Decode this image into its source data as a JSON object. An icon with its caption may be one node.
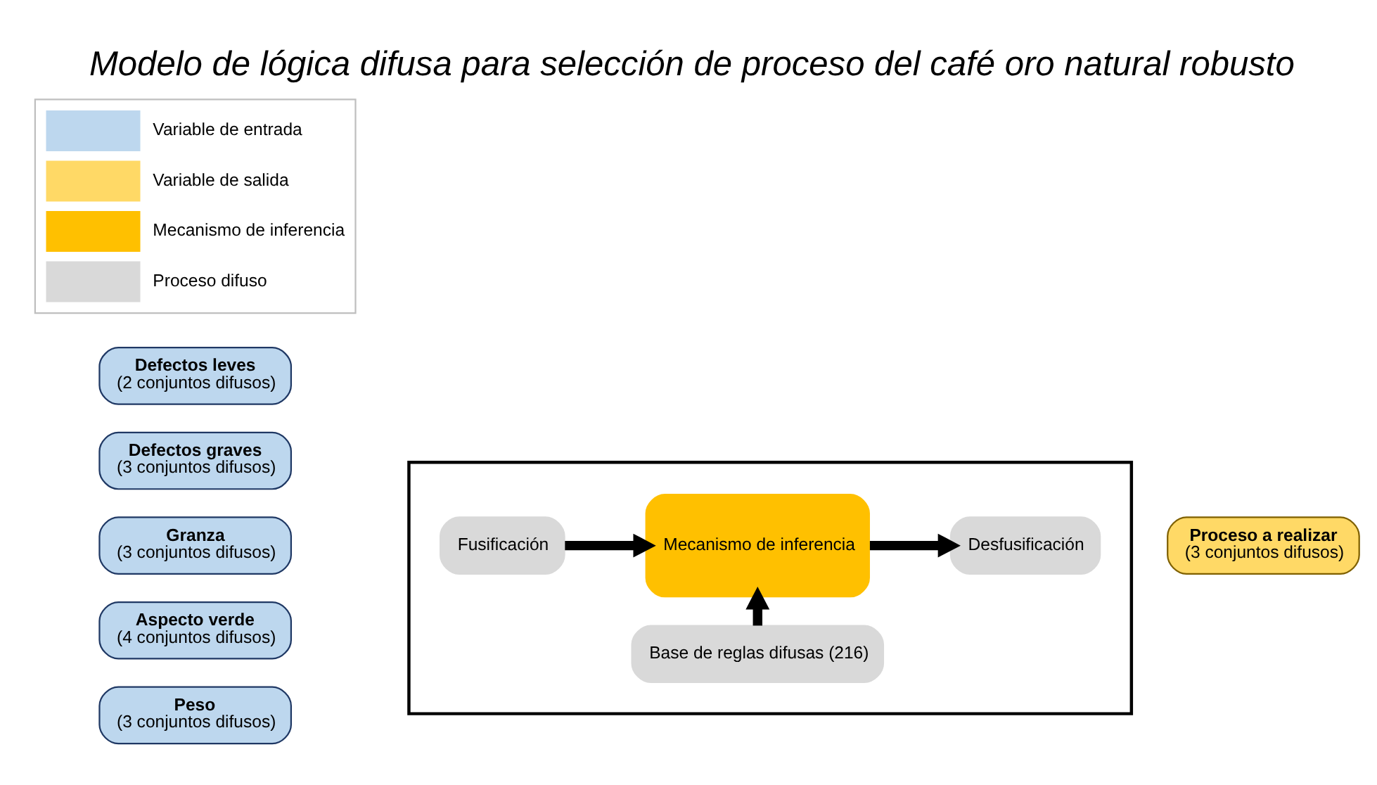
{
  "diagram": {
    "title": "Modelo de lógica difusa para selección de proceso del café oro natural robusto",
    "nodes": [
      {
        "text": [
          "Defectos leves",
          "(2 conjuntos difusos)"
        ]
      },
      {
        "text": [
          "Defectos graves",
          "(3 conjuntos difusos)"
        ]
      },
      {
        "text": [
          "Granza",
          "(3 conjuntos difusos)"
        ]
      },
      {
        "text": [
          "Aspecto verde",
          "(4 conjuntos difusos)"
        ]
      },
      {
        "text": [
          "Peso",
          "(3 conjuntos difusos)"
        ]
      },
      {
        "text": [],
        "shape": "box"
      },
      {
        "text": [
          "Base de reglas difusas (216)"
        ],
        "in": 5
      },
      {
        "text": [
          "Fusificación"
        ],
        "in": 5
      },
      {
        "text": [
          "Mecanismo de inferencia"
        ],
        "in": 5
      },
      {
        "text": [
          "Desfusificación"
        ],
        "in": 5
      },
      {
        "text": [
          "Proceso a realizar",
          "(3 conjuntos difusos)"
        ]
      }
    ],
    "edges": [
      {
        "from": 6,
        "to": 8,
        "arrow": "to"
      },
      {
        "from": 7,
        "to": 8,
        "arrow": "to"
      },
      {
        "from": 8,
        "to": 9,
        "arrow": "to"
      }
    ],
    "legend": [
      {
        "text": "Variable de entrada",
        "color": "#bdd7ee"
      },
      {
        "text": "Variable de salida",
        "color": "#ffd966"
      },
      {
        "text": "Mecanismo de inferencia",
        "color": "#ffc000"
      },
      {
        "text": "Proceso difuso",
        "color": "#d9d9d9"
      }
    ]
  }
}
